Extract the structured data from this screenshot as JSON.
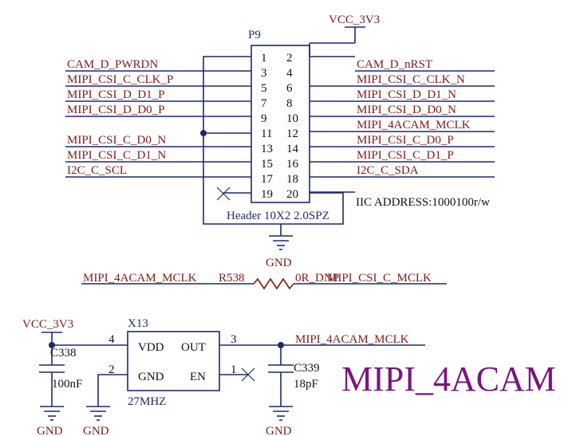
{
  "sheet_title": "MIPI_4ACAM",
  "power": {
    "vcc_top": "VCC_3V3",
    "vcc_left": "VCC_3V3",
    "gnd_header": "GND",
    "gnd_c338": "GND",
    "gnd_x13": "GND",
    "gnd_c339": "GND"
  },
  "header": {
    "refdes": "P9",
    "value": "Header 10X2 2.0SPZ",
    "note": "IIC ADDRESS:1000100r/w",
    "left_nets": [
      "CAM_D_PWRDN",
      "MIPI_CSI_C_CLK_P",
      "MIPI_CSI_D_D1_P",
      "MIPI_CSI_D_D0_P",
      "",
      "MIPI_CSI_C_D0_N",
      "MIPI_CSI_C_D1_N",
      "I2C_C_SCL",
      ""
    ],
    "right_nets": [
      "CAM_D_nRST",
      "MIPI_CSI_C_CLK_N",
      "MIPI_CSI_D_D1_N",
      "MIPI_CSI_D_D0_N",
      "MIPI_4ACAM_MCLK",
      "MIPI_CSI_C_D0_P",
      "MIPI_CSI_C_D1_P",
      "I2C_C_SDA"
    ],
    "left_pins": [
      "1",
      "3",
      "5",
      "7",
      "9",
      "11",
      "13",
      "15",
      "17",
      "19"
    ],
    "right_pins": [
      "2",
      "4",
      "6",
      "8",
      "10",
      "12",
      "14",
      "16",
      "18",
      "20"
    ]
  },
  "resistor": {
    "refdes": "R538",
    "value": "0R_DNP",
    "net_left": "MIPI_4ACAM_MCLK",
    "net_right": "MIPI_CSI_C_MCLK"
  },
  "oscillator": {
    "refdes": "X13",
    "value": "27MHZ",
    "pins": [
      {
        "number": "4",
        "name": "VDD"
      },
      {
        "number": "3",
        "name": "OUT"
      },
      {
        "number": "2",
        "name": "GND"
      },
      {
        "number": "1",
        "name": "EN"
      }
    ],
    "output_net": "MIPI_4ACAM_MCLK"
  },
  "capacitors": [
    {
      "refdes": "C338",
      "value": "100nF"
    },
    {
      "refdes": "C339",
      "value": "18pF"
    }
  ]
}
